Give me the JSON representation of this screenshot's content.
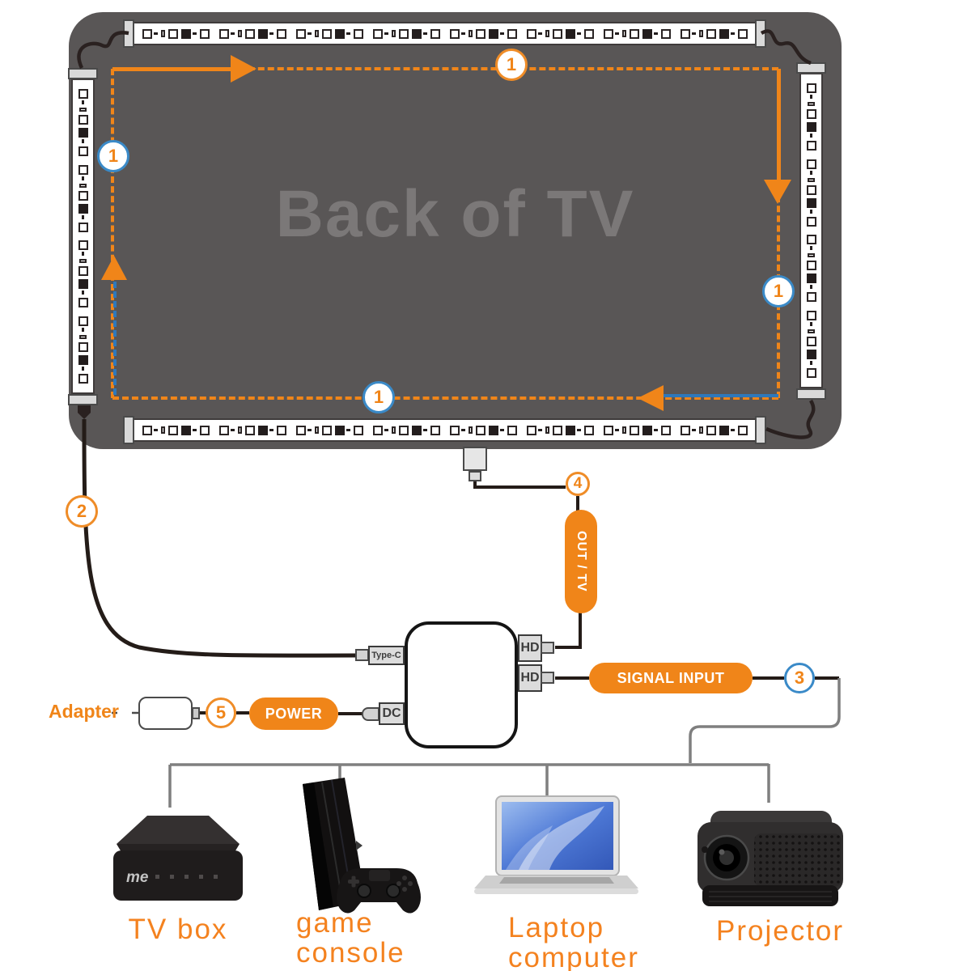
{
  "colors": {
    "accent_orange": "#F08519",
    "badge_blue": "#3A8AC8",
    "guide_blue": "#2E78BB",
    "tv_gray": "#595656",
    "tv_text_gray": "#7B7878",
    "wire_black": "#241C18",
    "bus_gray": "#7F7F7F"
  },
  "tv": {
    "back_label": "Back of TV"
  },
  "steps": {
    "one_top": "1",
    "one_left": "1",
    "one_right": "1",
    "one_bottom": "1",
    "two": "2",
    "three": "3",
    "four": "4",
    "five": "5"
  },
  "labels": {
    "out_tv": "OUT / TV",
    "signal_input": "SIGNAL INPUT",
    "power": "POWER",
    "adapter": "Adapter"
  },
  "ports": {
    "type_c": "Type-C",
    "dc": "DC",
    "hd_top": "HD",
    "hd_bottom": "HD"
  },
  "devices": [
    {
      "id": "tv-box",
      "logo": "me",
      "label_lines": [
        "TV box"
      ]
    },
    {
      "id": "game-console",
      "label_lines": [
        "game",
        "console"
      ]
    },
    {
      "id": "laptop-computer",
      "label_lines": [
        "Laptop",
        "computer"
      ]
    },
    {
      "id": "projector",
      "label_lines": [
        "Projector"
      ]
    }
  ]
}
